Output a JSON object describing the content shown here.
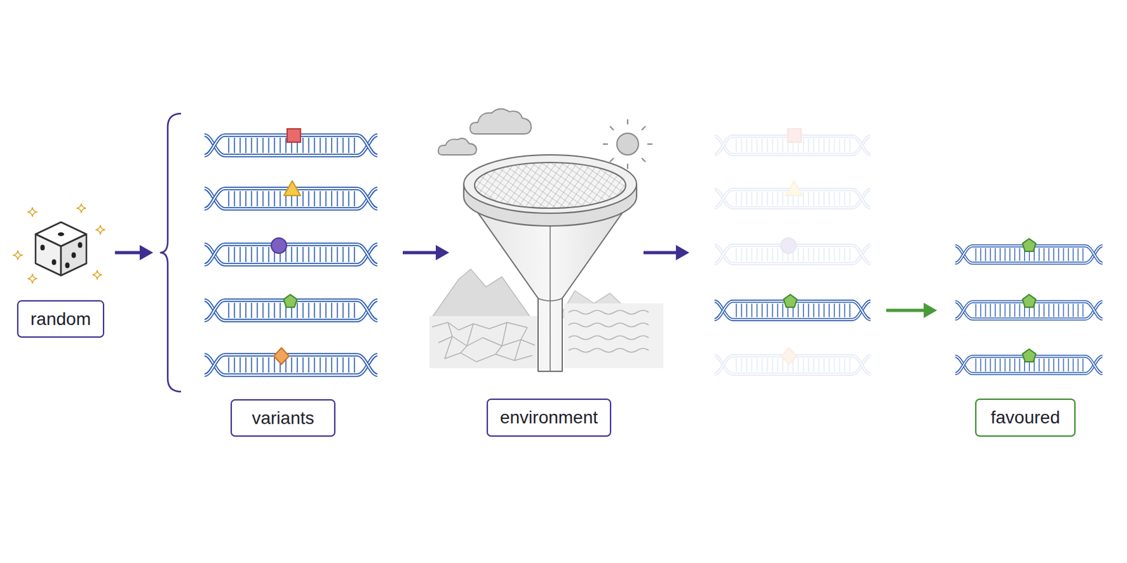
{
  "diagram": {
    "nodes": [
      {
        "text": [
          "random"
        ]
      },
      {
        "text": [
          "variants"
        ]
      },
      {
        "text": [
          "environment"
        ]
      },
      {
        "text": [
          "favoured"
        ]
      }
    ]
  }
}
